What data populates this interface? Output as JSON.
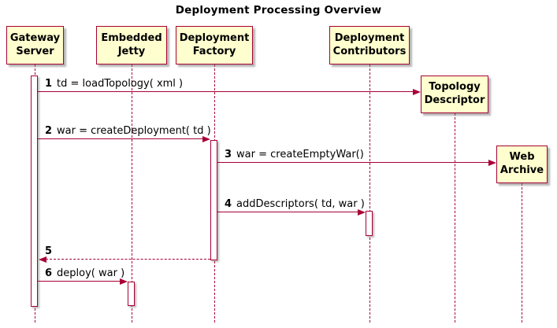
{
  "title": "Deployment Processing Overview",
  "diagram_type": "uml-sequence",
  "colors": {
    "participant_fill": "#FEFECE",
    "line_and_border": "#A80036",
    "text": "#000000",
    "background": "#FFFFFF",
    "shadow": "#787878"
  },
  "participants": [
    {
      "name": "Gateway Server"
    },
    {
      "name": "Embedded Jetty"
    },
    {
      "name": "Deployment Factory"
    },
    {
      "name": "Deployment Contributors"
    },
    {
      "name": "Topology Descriptor",
      "created_by_message": "1"
    },
    {
      "name": "Web Archive",
      "created_by_message": "3"
    }
  ],
  "messages": [
    {
      "num": "1",
      "text": "td = loadTopology( xml )",
      "from": "Gateway Server",
      "to": "Topology Descriptor",
      "line": "solid"
    },
    {
      "num": "2",
      "text": "war = createDeployment( td )",
      "from": "Gateway Server",
      "to": "Deployment Factory",
      "line": "solid"
    },
    {
      "num": "3",
      "text": "war = createEmptyWar()",
      "from": "Deployment Factory",
      "to": "Web Archive",
      "line": "solid"
    },
    {
      "num": "4",
      "text": "addDescriptors( td, war )",
      "from": "Deployment Factory",
      "to": "Deployment Contributors",
      "line": "solid"
    },
    {
      "num": "5",
      "text": "",
      "from": "Deployment Factory",
      "to": "Gateway Server",
      "line": "dashed-return"
    },
    {
      "num": "6",
      "text": "deploy( war )",
      "from": "Gateway Server",
      "to": "Embedded Jetty",
      "line": "solid"
    }
  ]
}
